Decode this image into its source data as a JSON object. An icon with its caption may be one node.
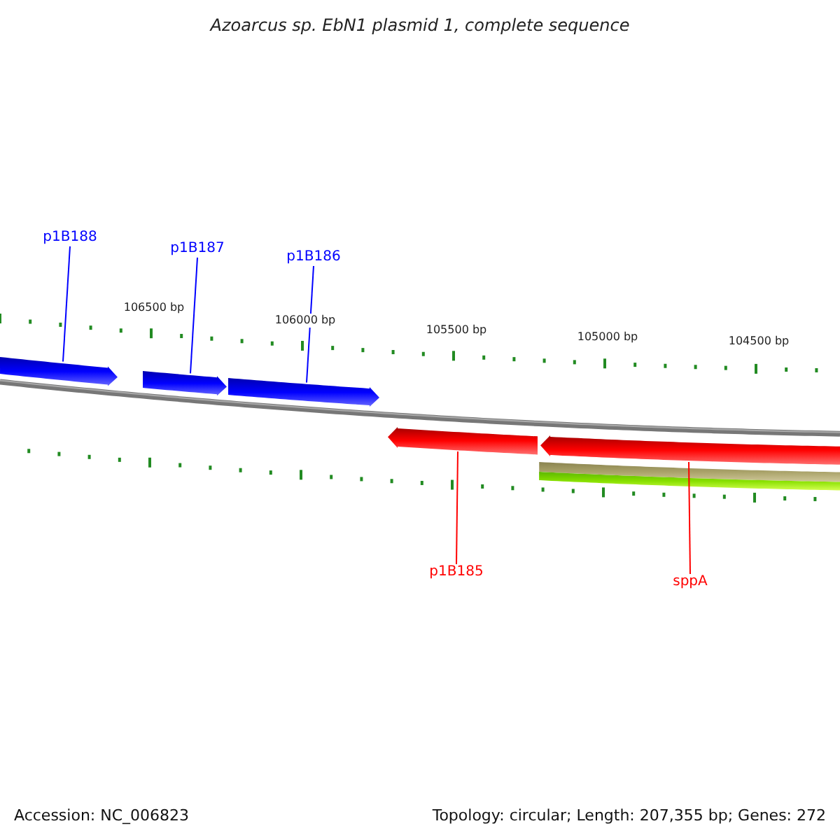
{
  "diagram": {
    "title": "Azoarcus sp. EbN1 plasmid 1, complete sequence",
    "nodes": [
      {
        "text": [
          "p1B188"
        ]
      },
      {
        "text": [
          "p1B187"
        ]
      },
      {
        "text": [
          "p1B186"
        ]
      },
      {
        "text": [],
        "shape": "arrow"
      },
      {
        "text": [],
        "shape": "arrow"
      },
      {
        "text": [],
        "shape": "arrow"
      },
      {
        "text": [],
        "shape": "arrow"
      },
      {
        "text": [],
        "shape": "arrow"
      },
      {
        "text": [],
        "shape": "bar"
      },
      {
        "text": [],
        "shape": "bar"
      },
      {
        "text": [
          "p1B185"
        ]
      },
      {
        "text": [
          "sppA"
        ]
      }
    ],
    "edges": [
      {
        "from": 0,
        "to": 3,
        "arrow": "none"
      },
      {
        "from": 1,
        "to": 4,
        "arrow": "none"
      },
      {
        "from": 2,
        "to": 5,
        "arrow": "none"
      },
      {
        "from": 10,
        "to": 6,
        "arrow": "none",
        "color": "#ff0000"
      },
      {
        "from": 11,
        "to": 7,
        "arrow": "none",
        "color": "#ff0000"
      }
    ],
    "labels": [
      "106500 bp",
      "106000 bp",
      "105500 bp",
      "105000 bp",
      "104500 bp",
      "Accession: NC_006823",
      "Topology: circular; Length: 207,355 bp; Genes: 272"
    ]
  }
}
